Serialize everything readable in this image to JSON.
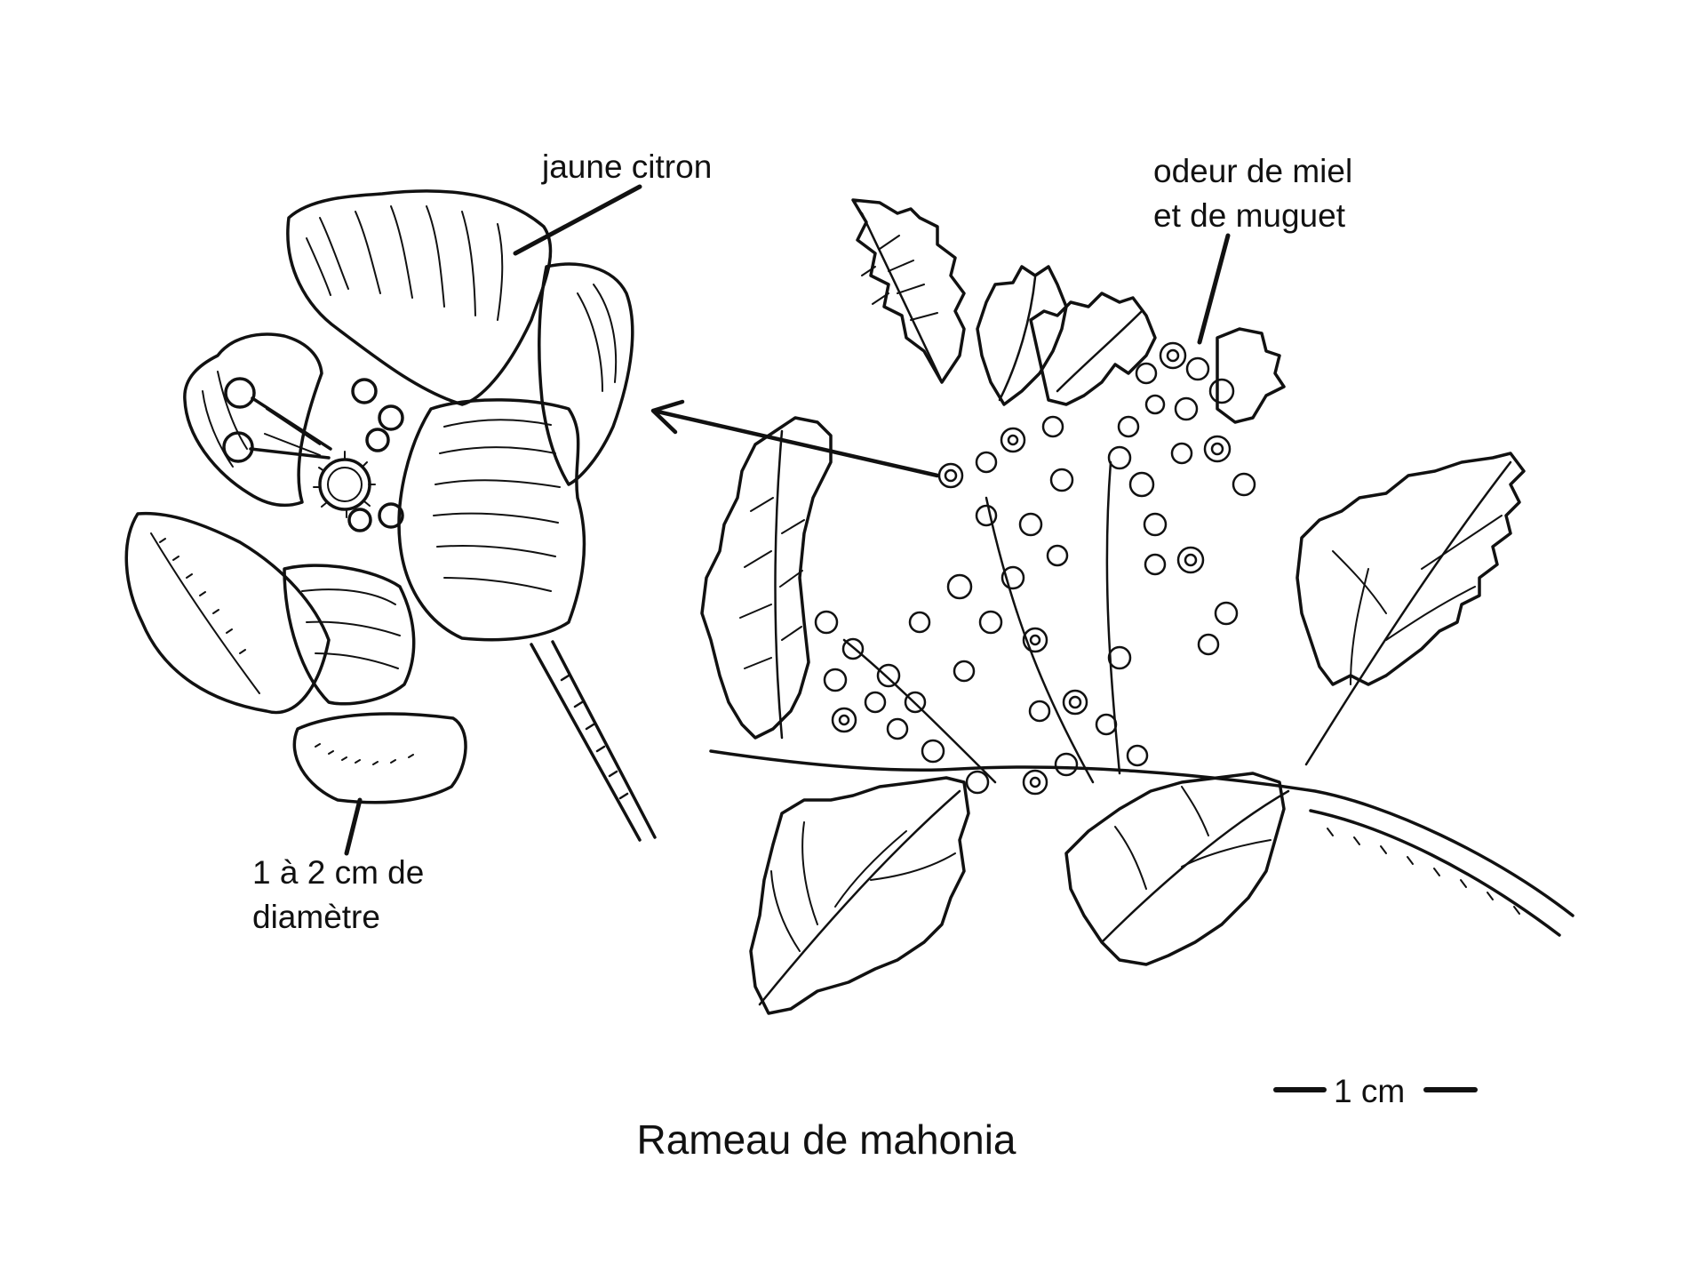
{
  "title": "Rameau de mahonia",
  "labels": {
    "petal_color": "jaune citron",
    "scent_line1": "odeur de miel",
    "scent_line2": "et de muguet",
    "diameter_line1": "1 à 2 cm de",
    "diameter_line2": "diamètre"
  },
  "scale_bar": {
    "label": "1 cm"
  },
  "colors": {
    "ink": "#111111",
    "background": "#ffffff"
  }
}
